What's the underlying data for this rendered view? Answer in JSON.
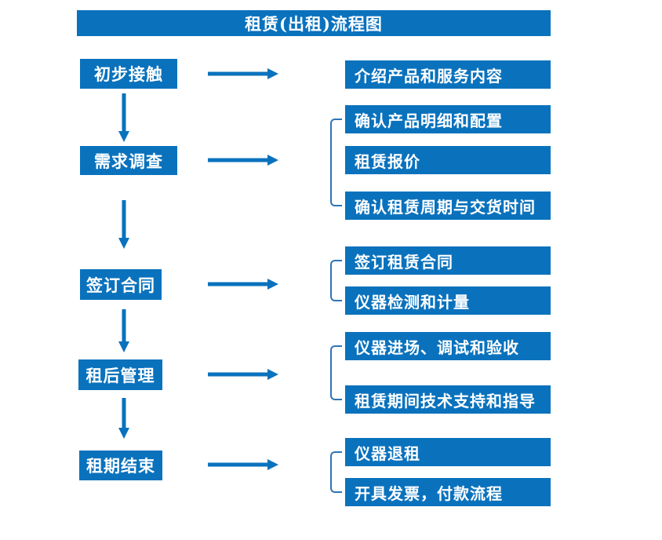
{
  "title": "租赁(出租)流程图",
  "colors": {
    "primary_blue": "#0a72bd",
    "bracket_blue": "#2e74b5",
    "text": "#ffffff"
  },
  "steps": [
    {
      "label": "初步接触",
      "outputs": [
        "介绍产品和服务内容"
      ]
    },
    {
      "label": "需求调查",
      "outputs": [
        "确认产品明细和配置",
        "租赁报价",
        "确认租赁周期与交货时间"
      ]
    },
    {
      "label": "签订合同",
      "outputs": [
        "签订租赁合同",
        "仪器检测和计量"
      ]
    },
    {
      "label": "租后管理",
      "outputs": [
        "仪器进场、调试和验收",
        "租赁期间技术支持和指导"
      ]
    },
    {
      "label": "租期结束",
      "outputs": [
        "仪器退租",
        "开具发票，付款流程"
      ]
    }
  ]
}
